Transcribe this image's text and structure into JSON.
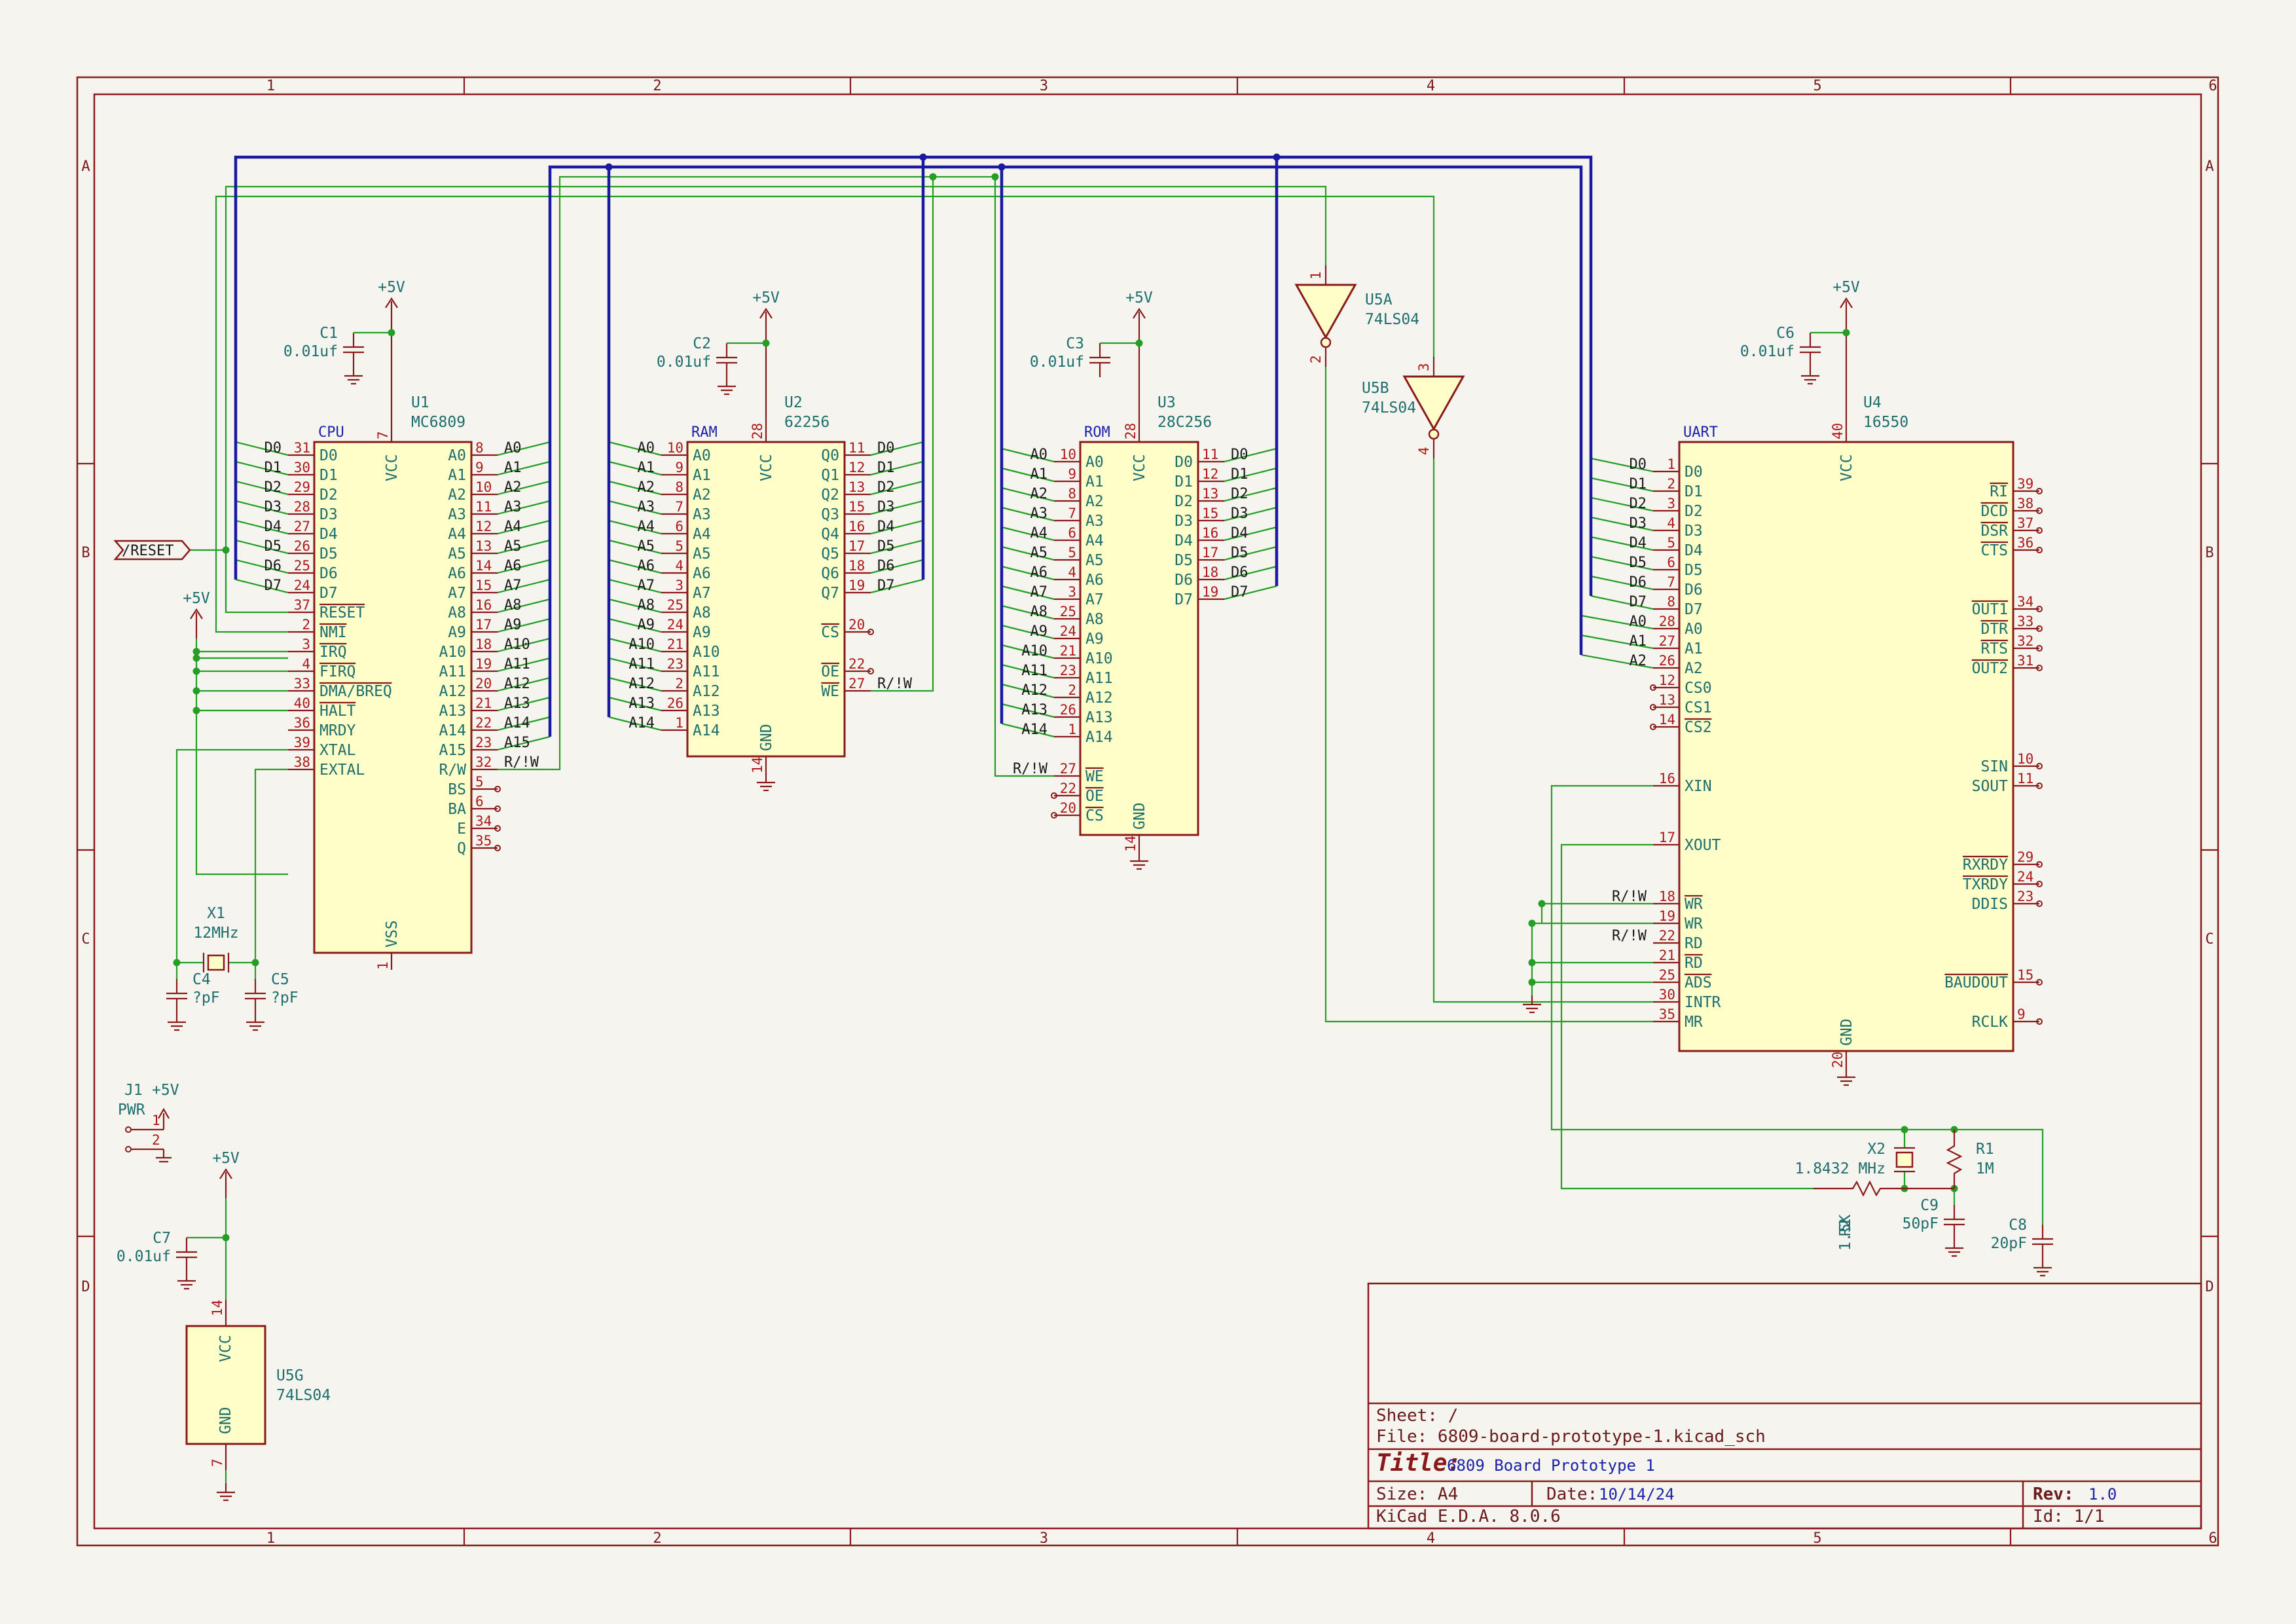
{
  "grid": {
    "columns": [
      "1",
      "2",
      "3",
      "4",
      "5",
      "6"
    ],
    "rows": [
      "A",
      "B",
      "C",
      "D"
    ]
  },
  "title_block": {
    "sheet_label": "Sheet: /",
    "file_label": "File: 6809-board-prototype-1.kicad_sch",
    "title_label": "Title:",
    "title_value": "6809 Board Prototype 1",
    "size_label": "Size: A4",
    "date_label": "Date:",
    "date_value": "10/14/24",
    "rev_label": "Rev:",
    "rev_value": "1.0",
    "tool": "KiCad E.D.A. 8.0.6",
    "id": "Id: 1/1"
  },
  "global_label": "/RESET",
  "colors": {
    "wire": "#249e24",
    "bus": "#1a1aa0",
    "pin": "#b01818",
    "body": "#fefec8",
    "outline": "#8a1a1a"
  },
  "power": {
    "vcc": "+5V"
  },
  "components": {
    "u1": {
      "unit": "CPU",
      "ref": "U1",
      "value": "MC6809",
      "left_pins": [
        {
          "num": "31",
          "name": "D0",
          "net": "D0"
        },
        {
          "num": "30",
          "name": "D1",
          "net": "D1"
        },
        {
          "num": "29",
          "name": "D2",
          "net": "D2"
        },
        {
          "num": "28",
          "name": "D3",
          "net": "D3"
        },
        {
          "num": "27",
          "name": "D4",
          "net": "D4"
        },
        {
          "num": "26",
          "name": "D5",
          "net": "D5"
        },
        {
          "num": "25",
          "name": "D6",
          "net": "D6"
        },
        {
          "num": "24",
          "name": "D7",
          "net": "D7"
        },
        {
          "num": "37",
          "name": "RESET",
          "net": "",
          "bar": true
        },
        {
          "num": "2",
          "name": "NMI",
          "net": "",
          "bar": true
        },
        {
          "num": "3",
          "name": "IRQ",
          "net": "",
          "bar": true
        },
        {
          "num": "4",
          "name": "FIRQ",
          "net": "",
          "bar": true
        },
        {
          "num": "33",
          "name": "DMA/BREQ",
          "net": "",
          "bar": true
        },
        {
          "num": "40",
          "name": "HALT",
          "net": "",
          "bar": true
        },
        {
          "num": "36",
          "name": "MRDY",
          "net": ""
        },
        {
          "num": "39",
          "name": "XTAL",
          "net": ""
        },
        {
          "num": "38",
          "name": "EXTAL",
          "net": ""
        }
      ],
      "right_pins": [
        {
          "num": "8",
          "name": "A0",
          "net": "A0"
        },
        {
          "num": "9",
          "name": "A1",
          "net": "A1"
        },
        {
          "num": "10",
          "name": "A2",
          "net": "A2"
        },
        {
          "num": "11",
          "name": "A3",
          "net": "A3"
        },
        {
          "num": "12",
          "name": "A4",
          "net": "A4"
        },
        {
          "num": "13",
          "name": "A5",
          "net": "A5"
        },
        {
          "num": "14",
          "name": "A6",
          "net": "A6"
        },
        {
          "num": "15",
          "name": "A7",
          "net": "A7"
        },
        {
          "num": "16",
          "name": "A8",
          "net": "A8"
        },
        {
          "num": "17",
          "name": "A9",
          "net": "A9"
        },
        {
          "num": "18",
          "name": "A10",
          "net": "A10"
        },
        {
          "num": "19",
          "name": "A11",
          "net": "A11"
        },
        {
          "num": "20",
          "name": "A12",
          "net": "A12"
        },
        {
          "num": "21",
          "name": "A13",
          "net": "A13"
        },
        {
          "num": "22",
          "name": "A14",
          "net": "A14"
        },
        {
          "num": "23",
          "name": "A15",
          "net": "A15"
        },
        {
          "num": "32",
          "name": "R/W",
          "net": "R/!W"
        },
        {
          "num": "5",
          "name": "BS",
          "net": ""
        },
        {
          "num": "6",
          "name": "BA",
          "net": ""
        },
        {
          "num": "34",
          "name": "E",
          "net": ""
        },
        {
          "num": "35",
          "name": "Q",
          "net": ""
        }
      ],
      "top_pin": {
        "num": "7",
        "name": "VCC"
      },
      "bottom_pin": {
        "num": "1",
        "name": "VSS"
      }
    },
    "u2": {
      "unit": "RAM",
      "ref": "U2",
      "value": "62256",
      "left_pins": [
        {
          "num": "10",
          "name": "A0",
          "net": "A0"
        },
        {
          "num": "9",
          "name": "A1",
          "net": "A1"
        },
        {
          "num": "8",
          "name": "A2",
          "net": "A2"
        },
        {
          "num": "7",
          "name": "A3",
          "net": "A3"
        },
        {
          "num": "6",
          "name": "A4",
          "net": "A4"
        },
        {
          "num": "5",
          "name": "A5",
          "net": "A5"
        },
        {
          "num": "4",
          "name": "A6",
          "net": "A6"
        },
        {
          "num": "3",
          "name": "A7",
          "net": "A7"
        },
        {
          "num": "25",
          "name": "A8",
          "net": "A8"
        },
        {
          "num": "24",
          "name": "A9",
          "net": "A9"
        },
        {
          "num": "21",
          "name": "A10",
          "net": "A10"
        },
        {
          "num": "23",
          "name": "A11",
          "net": "A11"
        },
        {
          "num": "2",
          "name": "A12",
          "net": "A12"
        },
        {
          "num": "26",
          "name": "A13",
          "net": "A13"
        },
        {
          "num": "1",
          "name": "A14",
          "net": "A14"
        }
      ],
      "right_pins": [
        {
          "num": "11",
          "name": "Q0",
          "net": "D0"
        },
        {
          "num": "12",
          "name": "Q1",
          "net": "D1"
        },
        {
          "num": "13",
          "name": "Q2",
          "net": "D2"
        },
        {
          "num": "15",
          "name": "Q3",
          "net": "D3"
        },
        {
          "num": "16",
          "name": "Q4",
          "net": "D4"
        },
        {
          "num": "17",
          "name": "Q5",
          "net": "D5"
        },
        {
          "num": "18",
          "name": "Q6",
          "net": "D6"
        },
        {
          "num": "19",
          "name": "Q7",
          "net": "D7"
        },
        {
          "num": "20",
          "name": "CS",
          "net": "",
          "bar": true,
          "slot": 9
        },
        {
          "num": "22",
          "name": "OE",
          "net": "",
          "bar": true,
          "slot": 11
        },
        {
          "num": "27",
          "name": "WE",
          "net": "R/!W",
          "bar": true,
          "slot": 12
        }
      ],
      "top_pin": {
        "num": "28",
        "name": "VCC"
      },
      "bottom_pin": {
        "num": "14",
        "name": "GND"
      }
    },
    "u3": {
      "unit": "ROM",
      "ref": "U3",
      "value": "28C256",
      "left_pins": [
        {
          "num": "10",
          "name": "A0",
          "net": "A0"
        },
        {
          "num": "9",
          "name": "A1",
          "net": "A1"
        },
        {
          "num": "8",
          "name": "A2",
          "net": "A2"
        },
        {
          "num": "7",
          "name": "A3",
          "net": "A3"
        },
        {
          "num": "6",
          "name": "A4",
          "net": "A4"
        },
        {
          "num": "5",
          "name": "A5",
          "net": "A5"
        },
        {
          "num": "4",
          "name": "A6",
          "net": "A6"
        },
        {
          "num": "3",
          "name": "A7",
          "net": "A7"
        },
        {
          "num": "25",
          "name": "A8",
          "net": "A8"
        },
        {
          "num": "24",
          "name": "A9",
          "net": "A9"
        },
        {
          "num": "21",
          "name": "A10",
          "net": "A10"
        },
        {
          "num": "23",
          "name": "A11",
          "net": "A11"
        },
        {
          "num": "2",
          "name": "A12",
          "net": "A12"
        },
        {
          "num": "26",
          "name": "A13",
          "net": "A13"
        },
        {
          "num": "1",
          "name": "A14",
          "net": "A14"
        },
        {
          "num": "27",
          "name": "WE",
          "net": "R/!W",
          "bar": true,
          "slot": 16
        },
        {
          "num": "22",
          "name": "OE",
          "net": "",
          "bar": true,
          "slot": 17
        },
        {
          "num": "20",
          "name": "CS",
          "net": "",
          "bar": true,
          "slot": 18
        }
      ],
      "right_pins": [
        {
          "num": "11",
          "name": "D0",
          "net": "D0"
        },
        {
          "num": "12",
          "name": "D1",
          "net": "D1"
        },
        {
          "num": "13",
          "name": "D2",
          "net": "D2"
        },
        {
          "num": "15",
          "name": "D3",
          "net": "D3"
        },
        {
          "num": "16",
          "name": "D4",
          "net": "D4"
        },
        {
          "num": "17",
          "name": "D5",
          "net": "D5"
        },
        {
          "num": "18",
          "name": "D6",
          "net": "D6"
        },
        {
          "num": "19",
          "name": "D7",
          "net": "D7"
        }
      ],
      "top_pin": {
        "num": "28",
        "name": "VCC"
      },
      "bottom_pin": {
        "num": "14",
        "name": "GND"
      }
    },
    "u4": {
      "unit": "UART",
      "ref": "U4",
      "value": "16550",
      "left_pins": [
        {
          "num": "1",
          "name": "D0",
          "net": "D0"
        },
        {
          "num": "2",
          "name": "D1",
          "net": "D1"
        },
        {
          "num": "3",
          "name": "D2",
          "net": "D2"
        },
        {
          "num": "4",
          "name": "D3",
          "net": "D3"
        },
        {
          "num": "5",
          "name": "D4",
          "net": "D4"
        },
        {
          "num": "6",
          "name": "D5",
          "net": "D5"
        },
        {
          "num": "7",
          "name": "D6",
          "net": "D6"
        },
        {
          "num": "8",
          "name": "D7",
          "net": "D7"
        },
        {
          "num": "28",
          "name": "A0",
          "net": "A0"
        },
        {
          "num": "27",
          "name": "A1",
          "net": "A1"
        },
        {
          "num": "26",
          "name": "A2",
          "net": "A2"
        },
        {
          "num": "12",
          "name": "CS0",
          "net": ""
        },
        {
          "num": "13",
          "name": "CS1",
          "net": ""
        },
        {
          "num": "14",
          "name": "CS2",
          "net": "",
          "bar": true
        },
        {
          "num": "16",
          "name": "XIN",
          "net": "",
          "slot": 16
        },
        {
          "num": "17",
          "name": "XOUT",
          "net": "",
          "slot": 19
        },
        {
          "num": "18",
          "name": "WR",
          "net": "R/!W",
          "bar": true,
          "slot": 22
        },
        {
          "num": "19",
          "name": "WR",
          "net": "",
          "slot": 23
        },
        {
          "num": "22",
          "name": "RD",
          "net": "R/!W",
          "slot": 24
        },
        {
          "num": "21",
          "name": "RD",
          "net": "",
          "bar": true,
          "slot": 25
        },
        {
          "num": "25",
          "name": "ADS",
          "net": "",
          "bar": true,
          "slot": 26
        },
        {
          "num": "30",
          "name": "INTR",
          "net": "",
          "slot": 27
        },
        {
          "num": "35",
          "name": "MR",
          "net": "",
          "slot": 28
        }
      ],
      "right_pins": [
        {
          "num": "39",
          "name": "RI",
          "bar": true,
          "slot": 1
        },
        {
          "num": "38",
          "name": "DCD",
          "bar": true,
          "slot": 2
        },
        {
          "num": "37",
          "name": "DSR",
          "bar": true,
          "slot": 3
        },
        {
          "num": "36",
          "name": "CTS",
          "bar": true,
          "slot": 4
        },
        {
          "num": "34",
          "name": "OUT1",
          "bar": true,
          "slot": 7
        },
        {
          "num": "33",
          "name": "DTR",
          "bar": true,
          "slot": 8
        },
        {
          "num": "32",
          "name": "RTS",
          "bar": true,
          "slot": 9
        },
        {
          "num": "31",
          "name": "OUT2",
          "bar": true,
          "slot": 10
        },
        {
          "num": "10",
          "name": "SIN",
          "slot": 15
        },
        {
          "num": "11",
          "name": "SOUT",
          "slot": 16
        },
        {
          "num": "29",
          "name": "RXRDY",
          "bar": true,
          "slot": 20
        },
        {
          "num": "24",
          "name": "TXRDY",
          "bar": true,
          "slot": 21
        },
        {
          "num": "23",
          "name": "DDIS",
          "slot": 22
        },
        {
          "num": "15",
          "name": "BAUDOUT",
          "bar": true,
          "slot": 26
        },
        {
          "num": "9",
          "name": "RCLK",
          "slot": 28
        }
      ],
      "top_pin": {
        "num": "40",
        "name": "VCC"
      },
      "bottom_pin": {
        "num": "20",
        "name": "GND"
      }
    },
    "u5a": {
      "ref": "U5A",
      "value": "74LS04",
      "in_pin": "1",
      "out_pin": "2"
    },
    "u5b": {
      "ref": "U5B",
      "value": "74LS04",
      "in_pin": "3",
      "out_pin": "4"
    },
    "u5g": {
      "ref": "U5G",
      "value": "74LS04",
      "vcc_pin": "14",
      "gnd_pin": "7",
      "vcc": "VCC",
      "gnd": "GND"
    },
    "caps": [
      {
        "ref": "C1",
        "value": "0.01uf"
      },
      {
        "ref": "C2",
        "value": "0.01uf"
      },
      {
        "ref": "C3",
        "value": "0.01uf"
      },
      {
        "ref": "C6",
        "value": "0.01uf"
      },
      {
        "ref": "C4",
        "value": "?pF"
      },
      {
        "ref": "C5",
        "value": "?pF"
      },
      {
        "ref": "C7",
        "value": "0.01uf"
      },
      {
        "ref": "C9",
        "value": "50pF"
      },
      {
        "ref": "C8",
        "value": "20pF"
      }
    ],
    "x1": {
      "ref": "X1",
      "value": "12MHz"
    },
    "x2": {
      "ref": "X2",
      "value": "1.8432 MHz"
    },
    "r1": {
      "ref": "R1",
      "value": "1M"
    },
    "r2": {
      "ref": "R2",
      "value": "1.5K"
    },
    "j1": {
      "ref": "J1",
      "value": "PWR",
      "pins": [
        "1",
        "2"
      ]
    }
  }
}
